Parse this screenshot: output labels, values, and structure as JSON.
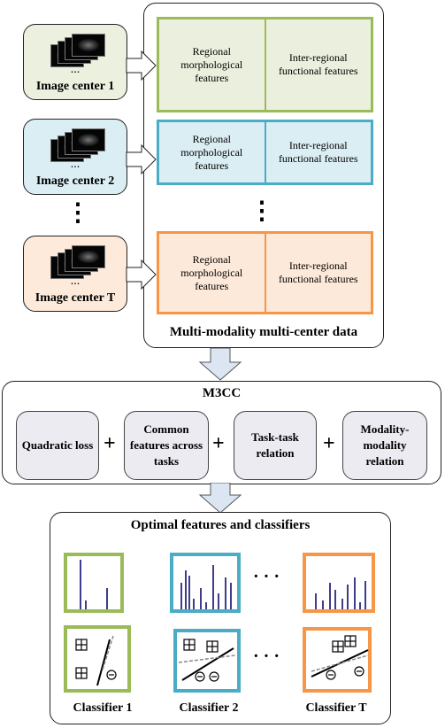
{
  "centers": [
    {
      "label": "Image center  1",
      "dots": "...",
      "color": "#ebf1de"
    },
    {
      "label": "Image center  2",
      "dots": "...",
      "color": "#dbeef3"
    },
    {
      "label": "Image center  T",
      "dots": "...",
      "color": "#fdeada"
    }
  ],
  "center_ellipsis": "⋮",
  "features": {
    "regional": "Regional morphological features",
    "inter": "Inter-regional functional features",
    "ellipsis": "⋮"
  },
  "data_title": "Multi-modality multi-center data",
  "m3cc": {
    "title": "M3CC",
    "boxes": [
      "Quadratic loss",
      "Common features across tasks",
      "Task-task relation",
      "Modality-modality relation"
    ],
    "plus": "+"
  },
  "optimal_title": "Optimal features and classifiers",
  "ellipsis_h": "· · ·",
  "classifiers": [
    "Classifier  1",
    "Classifier  2",
    "Classifier  T"
  ],
  "colors": {
    "green": "#9bbb59",
    "blue": "#4bacc6",
    "orange": "#f79646",
    "arrow_fill": "#dce6f2",
    "box_fill": "#ecebf2"
  }
}
